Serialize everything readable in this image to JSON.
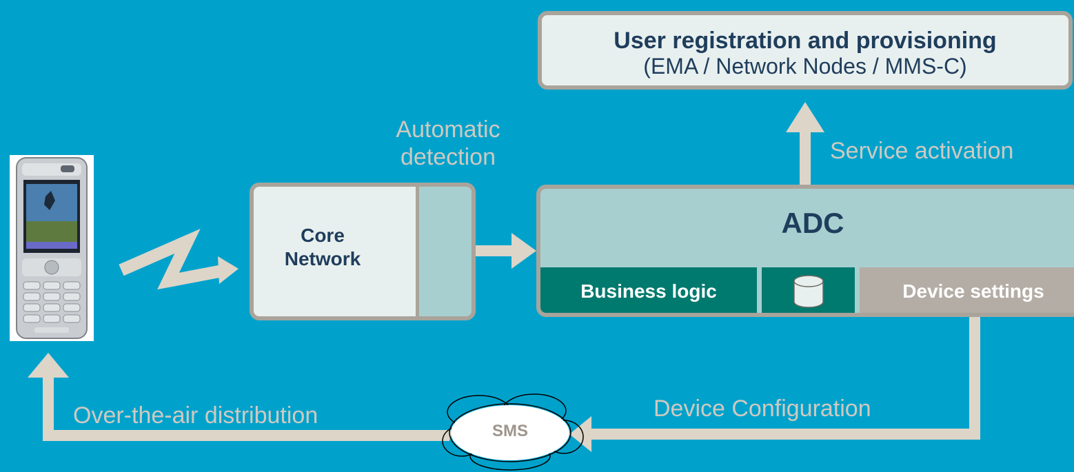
{
  "registration": {
    "title": "User registration and provisioning",
    "subtitle": "(EMA / Network Nodes /  MMS-C)"
  },
  "labels": {
    "automatic_detection_line1": "Automatic",
    "automatic_detection_line2": "detection",
    "service_activation": "Service activation",
    "device_configuration": "Device Configuration",
    "ota_distribution": "Over-the-air distribution"
  },
  "core_network": {
    "line1": "Core",
    "line2": "Network"
  },
  "adc": {
    "title": "ADC",
    "business_logic": "Business logic",
    "device_settings": "Device settings"
  },
  "sms": {
    "label": "SMS"
  },
  "colors": {
    "background": "#00a2cc",
    "box_fill": "#e8f0ef",
    "box_border": "#a9a49b",
    "adc_fill": "#a8cfd0",
    "teal": "#007a6e",
    "gray_cell": "#b4ada5",
    "title_text": "#1f3d5c",
    "light_label": "#cfc9c0",
    "arrow": "#ddd5c8"
  },
  "icons": [
    "mobile-phone-icon",
    "wireless-signal-icon",
    "database-icon",
    "cloud-icon"
  ]
}
